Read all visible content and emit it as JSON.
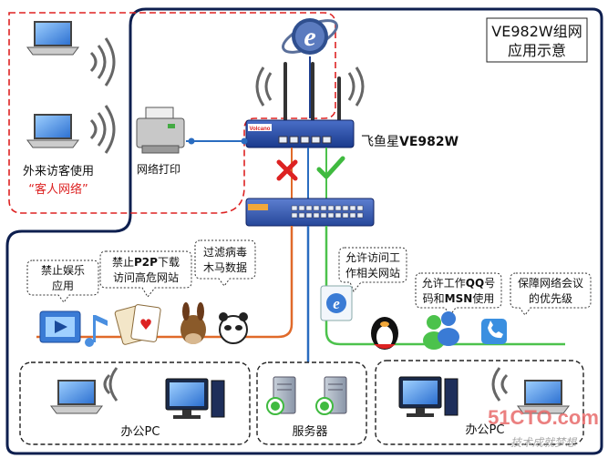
{
  "title": {
    "line1": "VE982W组网",
    "line2": "应用示意"
  },
  "guest": {
    "line1": "外来访客使用",
    "line2": "“客人网络”"
  },
  "printer_label": "网络打印",
  "router": {
    "label_prefix": "飞鱼星",
    "label_model": "VE982W",
    "brand": "Volcano"
  },
  "callouts": {
    "block_ent": {
      "line1": "禁止娱乐",
      "line2": "应用"
    },
    "block_p2p": {
      "line1_a": "禁止",
      "line1_b": "P2P",
      "line1_c": "下载",
      "line2": "访问高危网站"
    },
    "filter": {
      "line1": "过滤病毒",
      "line2": "木马数据"
    },
    "allow_web": {
      "line1": "允许访问工",
      "line2": "作相关网站"
    },
    "allow_im": {
      "line1_a": "允许工作",
      "line1_b": "QQ",
      "line1_c": "号",
      "line2_a": "码和",
      "line2_b": "MSN",
      "line2_c": "使用"
    },
    "meeting": {
      "line1": "保障网络会议",
      "line2": "的优先级"
    }
  },
  "groups": {
    "office_left": "办公PC",
    "servers": "服务器",
    "office_right": "办公PC"
  },
  "watermark": {
    "line1": "51CTO.com",
    "line2": "技术成就梦想"
  },
  "colors": {
    "frame": "#0e1f4f",
    "guest_dash": "#d22",
    "blocked": "#e06a2a",
    "allowed": "#4cc24c",
    "core": "#2a6cc0"
  }
}
